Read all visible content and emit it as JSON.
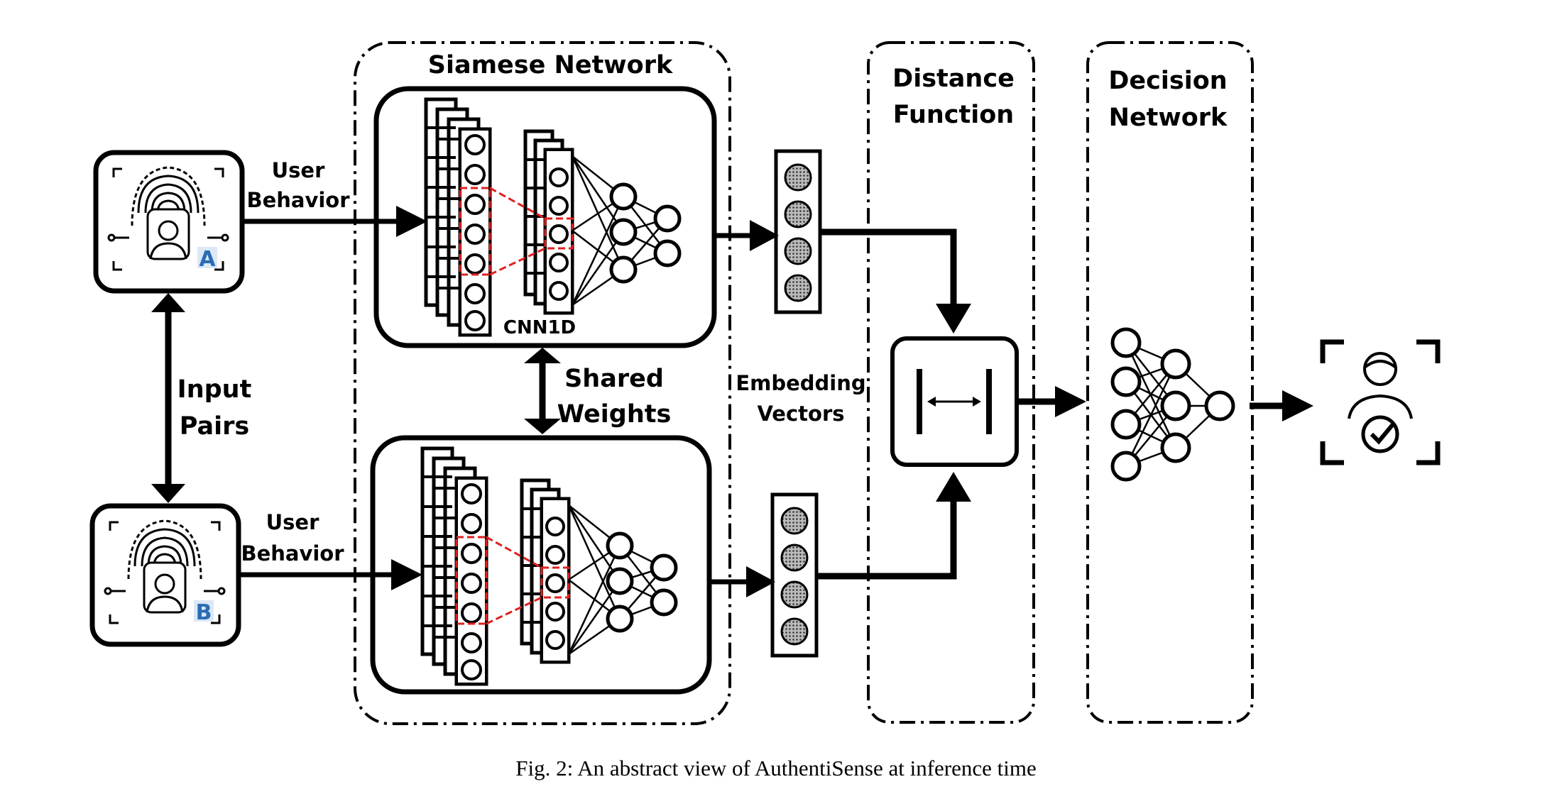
{
  "labels": {
    "siamese_network": "Siamese Network",
    "distance_function_line1": "Distance",
    "distance_function_line2": "Function",
    "decision_network_line1": "Decision",
    "decision_network_line2": "Network",
    "user_behavior_top_line1": "User",
    "user_behavior_top_line2": "Behavior",
    "user_behavior_bottom_line1": "User",
    "user_behavior_bottom_line2": "Behavior",
    "input_pairs_line1": "Input",
    "input_pairs_line2": "Pairs",
    "shared_weights_line1": "Shared",
    "shared_weights_line2": "Weights",
    "cnn_label": "CNN1D",
    "embedding_line1": "Embedding",
    "embedding_line2": "Vectors",
    "user_a_badge": "A",
    "user_b_badge": "B"
  },
  "caption": "Fig. 2: An abstract view of AuthentiSense at inference time",
  "colors": {
    "ink": "#000000",
    "highlight": "#e02020",
    "badge": "#2a6db5",
    "badge_bg": "#dce8f5"
  }
}
